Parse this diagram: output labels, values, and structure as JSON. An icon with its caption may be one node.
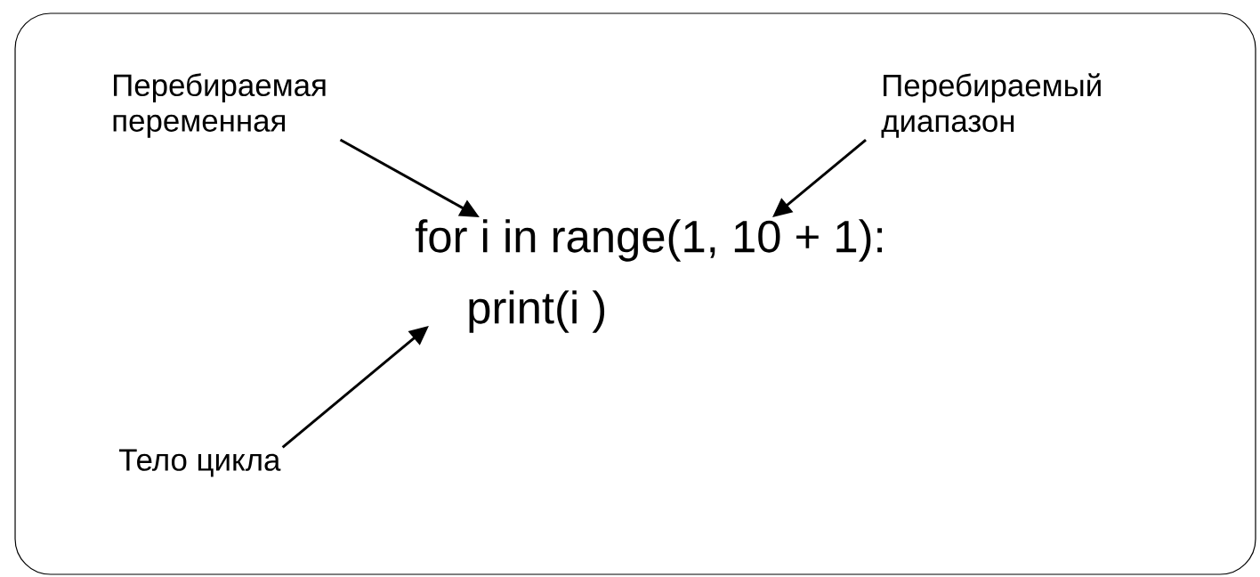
{
  "diagram": {
    "nodes": [
      {
        "text": [
          "Перебираемая переменная"
        ]
      },
      {
        "text": [
          "Перебираемый диапазон"
        ]
      },
      {
        "text": [
          "for i in range(1, 10 + 1):"
        ]
      },
      {
        "text": [
          "print(i )"
        ]
      },
      {
        "text": [
          "Тело цикла"
        ]
      }
    ],
    "edges": [
      {
        "from": 0,
        "to": 2,
        "arrow": "to"
      },
      {
        "from": 1,
        "to": 2,
        "arrow": "to"
      },
      {
        "from": 4,
        "to": 3,
        "arrow": "to"
      }
    ]
  }
}
